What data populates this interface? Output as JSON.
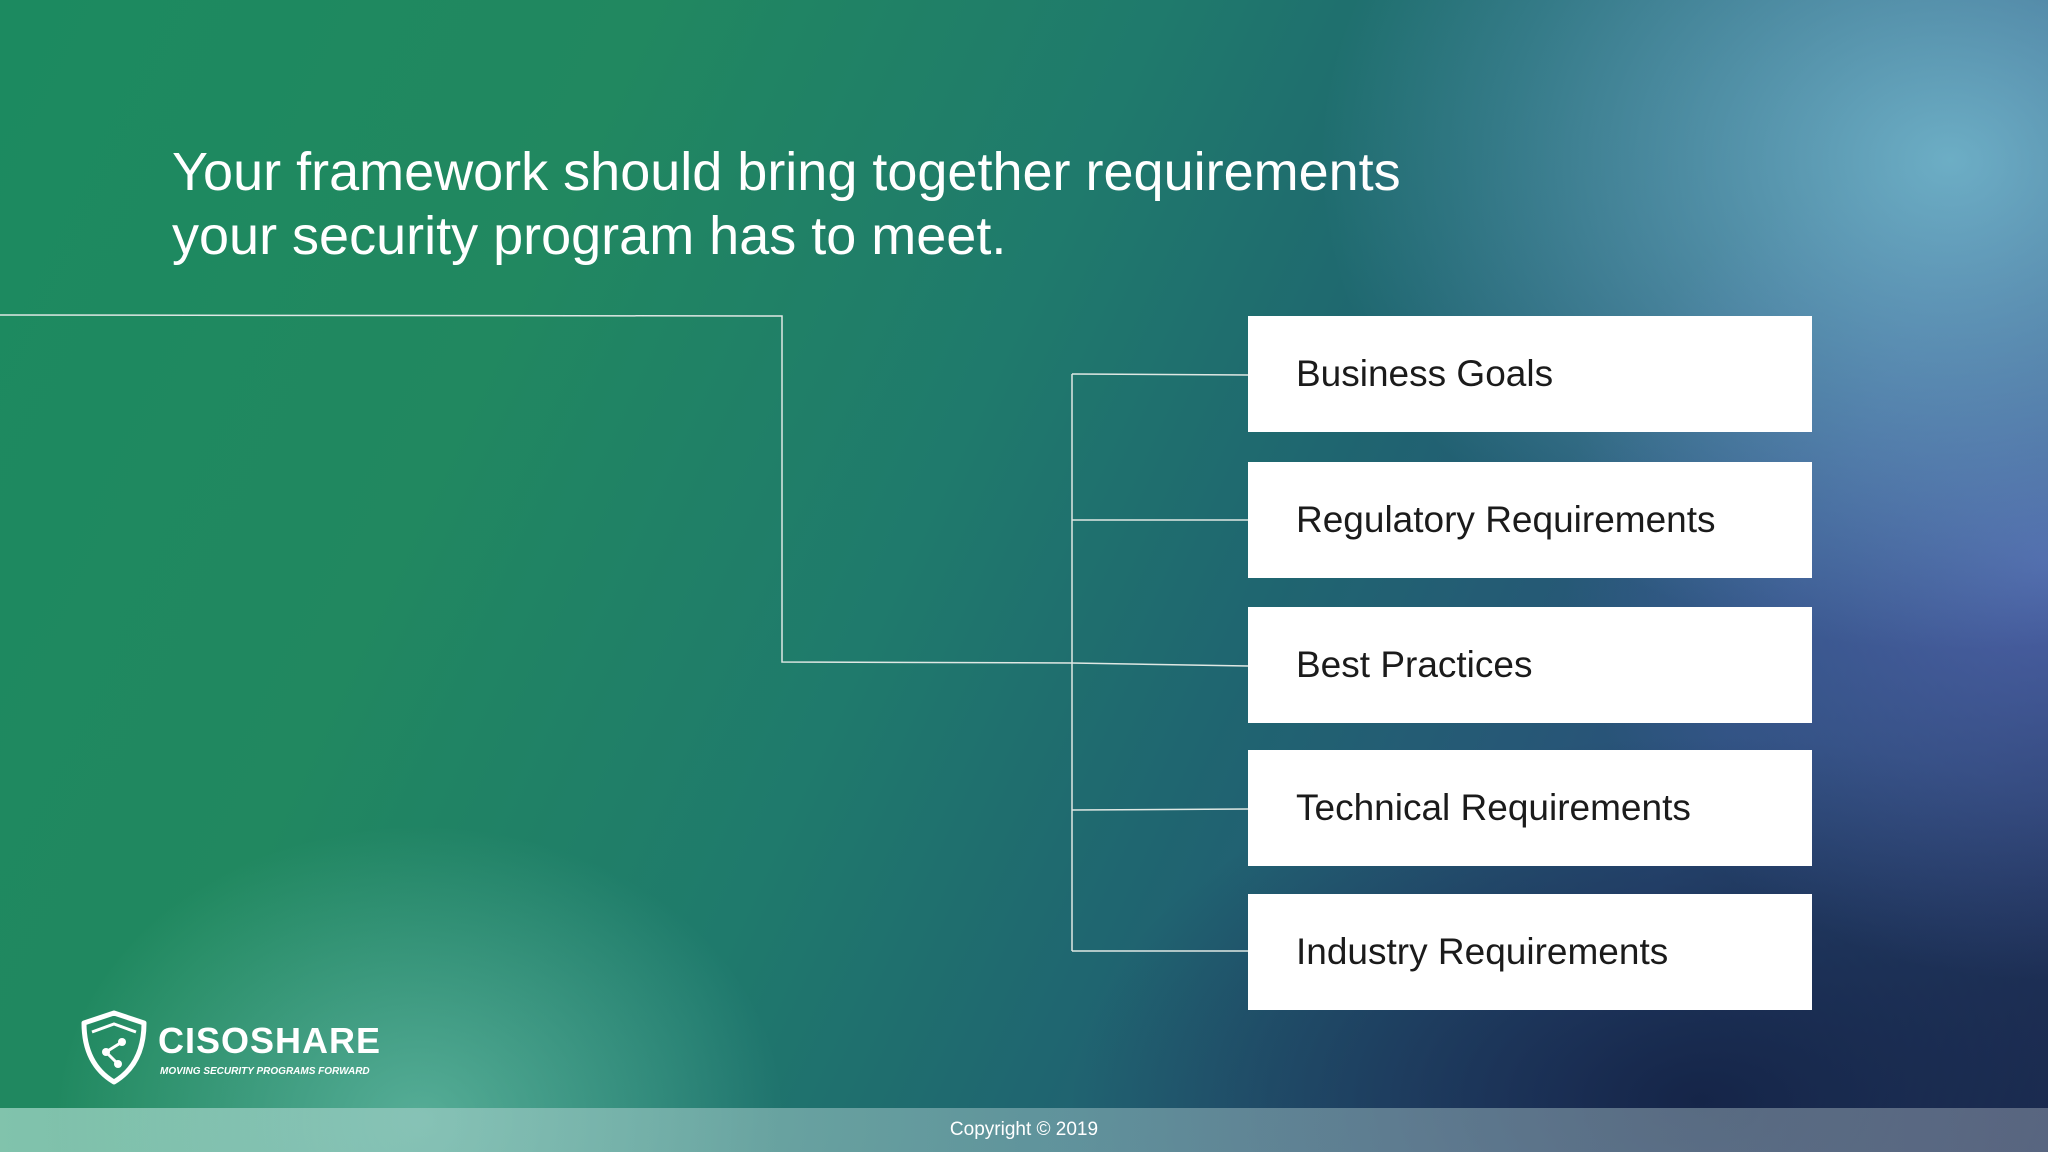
{
  "slide": {
    "title_line1": "Your framework should bring together requirements",
    "title_line2": "your security program has to meet."
  },
  "requirements": [
    {
      "label": "Business Goals"
    },
    {
      "label": "Regulatory Requirements"
    },
    {
      "label": "Best Practices"
    },
    {
      "label": "Technical Requirements"
    },
    {
      "label": "Industry Requirements"
    }
  ],
  "logo": {
    "name": "CISOSHARE",
    "tagline": "MOVING SECURITY PROGRAMS FORWARD",
    "icon": "shield-icon"
  },
  "footer": {
    "copyright": "Copyright © 2019"
  },
  "colors": {
    "card_background": "#ffffff",
    "title_text": "#ffffff",
    "connector": "#dfe8e4"
  }
}
